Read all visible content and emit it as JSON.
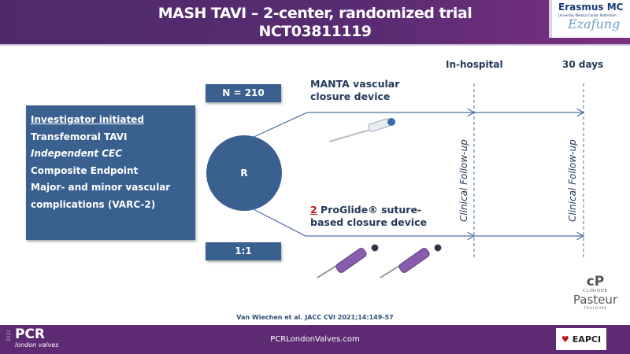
{
  "header": {
    "title_line1": "MASH TAVI – 2-center, randomized trial",
    "title_line2": "NCT03811119"
  },
  "logos": {
    "erasmus": "Erasmus MC",
    "erasmus_sub": "University Medical Center Rotterdam",
    "erasmus_sig": "Ezafung",
    "pasteur_mark": "cP",
    "pasteur_top": "CLINIQUE",
    "pasteur_name": "Pasteur",
    "pasteur_city": "TOULOUSE",
    "eapci": "EAPCI",
    "pcr_year": "2022",
    "pcr": "PCR",
    "pcr_sub": "london valves"
  },
  "info": {
    "items": [
      "Investigator initiated",
      "Transfemoral TAVI",
      "Independent CEC",
      "Composite Endpoint",
      "Major- and minor vascular",
      "complications (VARC-2)"
    ]
  },
  "n_label": "N = 210",
  "ratio_label": "1:1",
  "randomization_label": "R",
  "arms": {
    "manta_line1": "MANTA vascular",
    "manta_line2": "closure device",
    "proglide_num": "2",
    "proglide_line1": " ProGlide® suture-",
    "proglide_line2": "based closure device"
  },
  "timepoints": {
    "t1": "In-hospital",
    "t2": "30 days",
    "followup": "Clinical Follow-up"
  },
  "citation": "Van Wiechen et al. JACC CVI 2021;14:149-57",
  "footer": {
    "url": "PCRLondonValves.com"
  },
  "colors": {
    "box": "#3a6090",
    "header": "#5a2b72",
    "accent": "#c0161a"
  }
}
